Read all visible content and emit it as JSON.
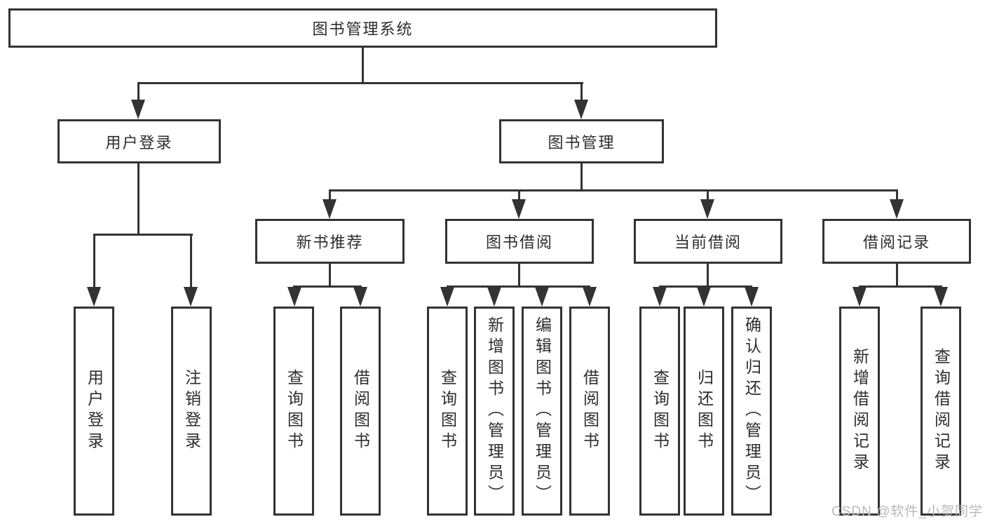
{
  "tree": {
    "root": {
      "label": "图书管理系统",
      "children": [
        {
          "label": "用户登录",
          "children": [
            {
              "label": "用户登录"
            },
            {
              "label": "注销登录"
            }
          ]
        },
        {
          "label": "图书管理",
          "children": [
            {
              "label": "新书推荐",
              "children": [
                {
                  "label": "查询图书"
                },
                {
                  "label": "借阅图书"
                }
              ]
            },
            {
              "label": "图书借阅",
              "children": [
                {
                  "label": "查询图书"
                },
                {
                  "label": "新增图书（管理员）"
                },
                {
                  "label": "编辑图书（管理员）"
                },
                {
                  "label": "借阅图书"
                }
              ]
            },
            {
              "label": "当前借阅",
              "children": [
                {
                  "label": "查询图书"
                },
                {
                  "label": "归还图书"
                },
                {
                  "label": "确认归还（管理员）"
                }
              ]
            },
            {
              "label": "借阅记录",
              "children": [
                {
                  "label": "新增借阅记录"
                },
                {
                  "label": "查询借阅记录"
                }
              ]
            }
          ]
        }
      ]
    }
  },
  "watermark": "CSDN @软件_小贺同学",
  "colors": {
    "line": "#333333",
    "text": "#2d2d2d",
    "watermark": "#b9b9b9",
    "background": "#ffffff"
  }
}
